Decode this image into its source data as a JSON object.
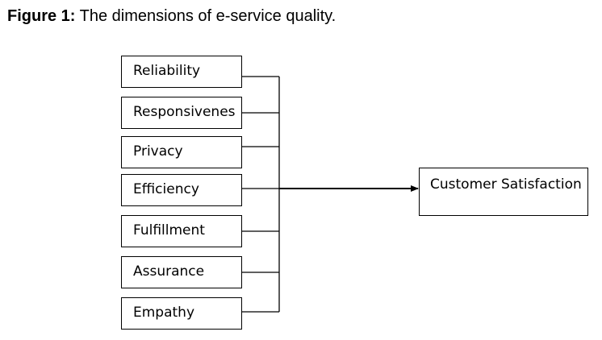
{
  "caption": {
    "label": "Figure 1:",
    "text": "The dimensions of e-service quality."
  },
  "dimensions": [
    "Reliability",
    "Responsivenes",
    "Privacy",
    "Efficiency",
    "Fulfillment",
    "Assurance",
    "Empathy"
  ],
  "outcome": "Customer Satisfaction"
}
